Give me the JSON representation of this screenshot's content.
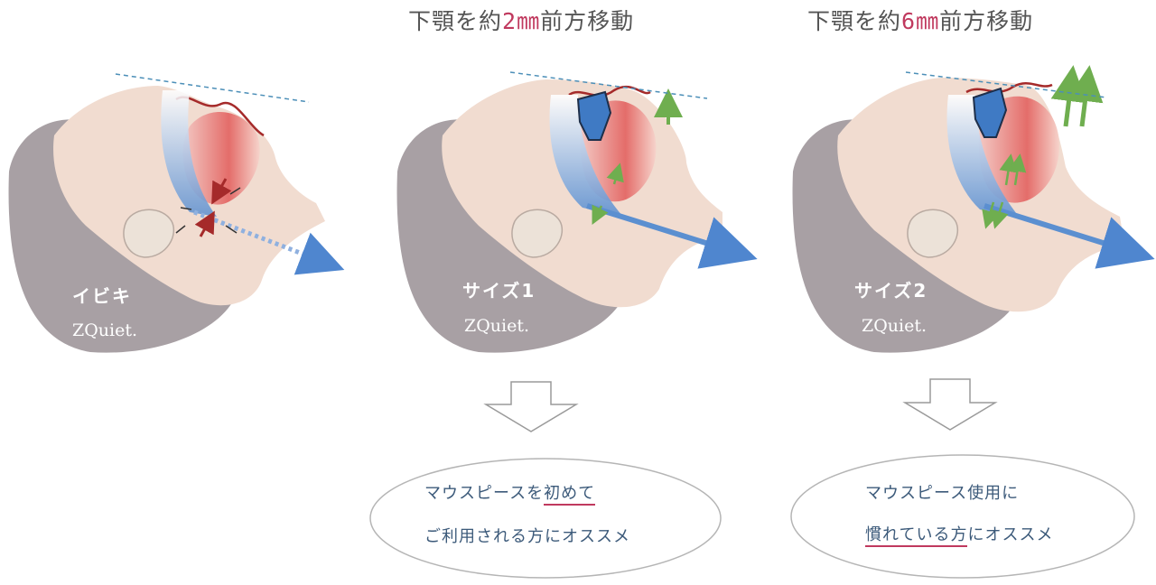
{
  "colors": {
    "skin": "#f1dcd0",
    "head_shadow": "#a8a0a4",
    "airway_red": "#e36a6a",
    "airflow_blue": "#5b8fd0",
    "highlight_red": "#c0395e",
    "guide_green": "#6fae4f",
    "text_blue": "#3c5a7a"
  },
  "panels": [
    {
      "title_prefix": "",
      "title_highlight": "",
      "title_suffix": "",
      "label": "イビキ",
      "brand": "ZQuiet."
    },
    {
      "title_prefix": "下顎を約",
      "title_highlight": "2㎜",
      "title_suffix": "前方移動",
      "label": "サイズ1",
      "brand": "ZQuiet.",
      "recommendation": {
        "line1_plain": "マウスピースを",
        "line1_underlined": "初めて",
        "line2": "ご利用される方にオススメ"
      }
    },
    {
      "title_prefix": "下顎を約",
      "title_highlight": "6㎜",
      "title_suffix": "前方移動",
      "label": "サイズ2",
      "brand": "ZQuiet.",
      "recommendation": {
        "line1_plain": "マウスピース使用に",
        "line2_underlined": "慣れている方",
        "line2_plain": "にオススメ"
      }
    }
  ]
}
